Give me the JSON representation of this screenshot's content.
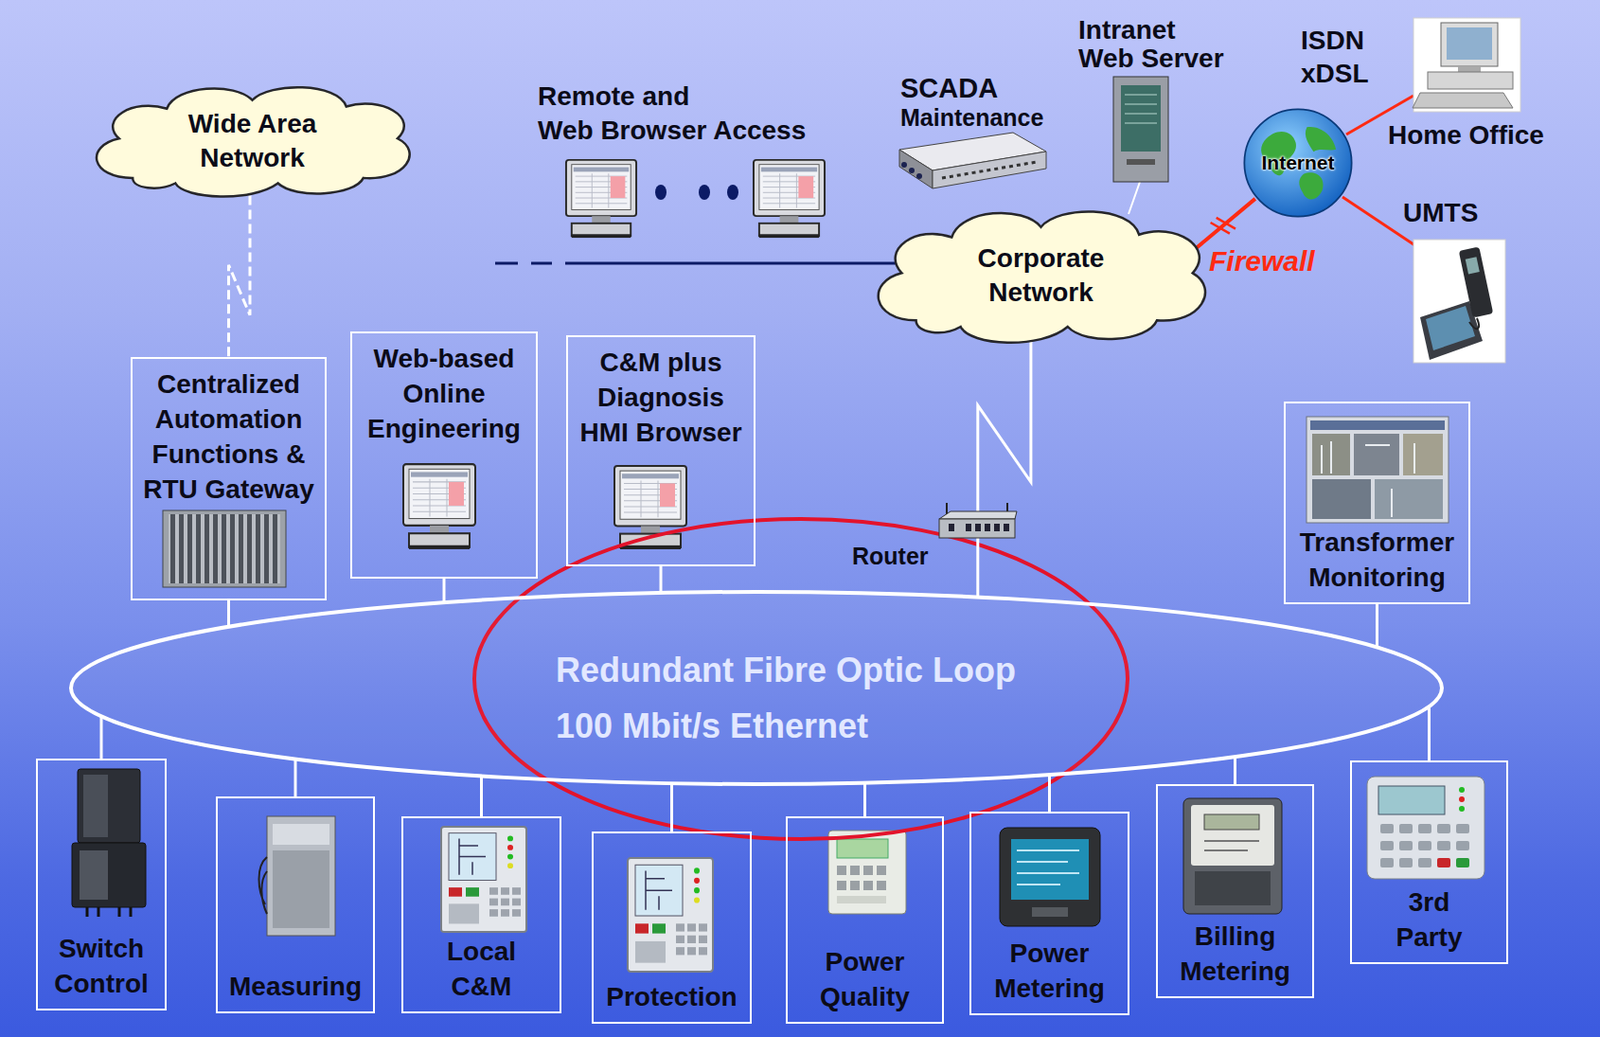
{
  "diagram": {
    "nodes": [
      {
        "text": [
          "Wide Area Network"
        ]
      },
      {
        "text": [
          "Corporate Network"
        ]
      },
      {
        "text": [
          "Internet"
        ]
      },
      {
        "text": [
          "Centralized Automation Functions & RTU Gateway"
        ]
      },
      {
        "text": [
          "Web-based Online Engineering"
        ]
      },
      {
        "text": [
          "C&M plus Diagnosis HMI Browser"
        ]
      },
      {
        "text": [
          "Transformer Monitoring"
        ]
      },
      {
        "text": [
          "Redundant Fibre Optic Loop",
          "100 Mbit/s Ethernet"
        ]
      },
      {
        "text": [
          "Switch Control"
        ]
      },
      {
        "text": [
          "Measuring"
        ]
      },
      {
        "text": [
          "Local C&M"
        ]
      },
      {
        "text": [
          "Protection"
        ]
      },
      {
        "text": [
          "Power Quality"
        ]
      },
      {
        "text": [
          "Power Metering"
        ]
      },
      {
        "text": [
          "Billing Metering"
        ]
      },
      {
        "text": [
          "3rd Party"
        ]
      }
    ],
    "edges": [
      {
        "from": 0,
        "to": 3,
        "arrow": "none"
      },
      {
        "from": 1,
        "to": 2,
        "arrow": "none"
      },
      {
        "from": 1,
        "to": 7,
        "arrow": "none"
      },
      {
        "from": 3,
        "to": 7,
        "arrow": "none"
      },
      {
        "from": 4,
        "to": 7,
        "arrow": "none"
      },
      {
        "from": 5,
        "to": 7,
        "arrow": "none"
      },
      {
        "from": 6,
        "to": 7,
        "arrow": "none"
      },
      {
        "from": 7,
        "to": 8,
        "arrow": "none"
      },
      {
        "from": 7,
        "to": 9,
        "arrow": "none"
      },
      {
        "from": 7,
        "to": 10,
        "arrow": "none"
      },
      {
        "from": 7,
        "to": 11,
        "arrow": "none"
      },
      {
        "from": 7,
        "to": 12,
        "arrow": "none"
      },
      {
        "from": 7,
        "to": 13,
        "arrow": "none"
      },
      {
        "from": 7,
        "to": 14,
        "arrow": "none"
      },
      {
        "from": 7,
        "to": 15,
        "arrow": "none"
      }
    ],
    "labels": [
      "Remote and",
      "Web Browser Access",
      "SCADA",
      "Maintenance",
      "Intranet Web Server",
      "ISDN",
      "xDSL",
      "Home Office",
      "UMTS",
      "Firewall",
      "Router"
    ]
  }
}
